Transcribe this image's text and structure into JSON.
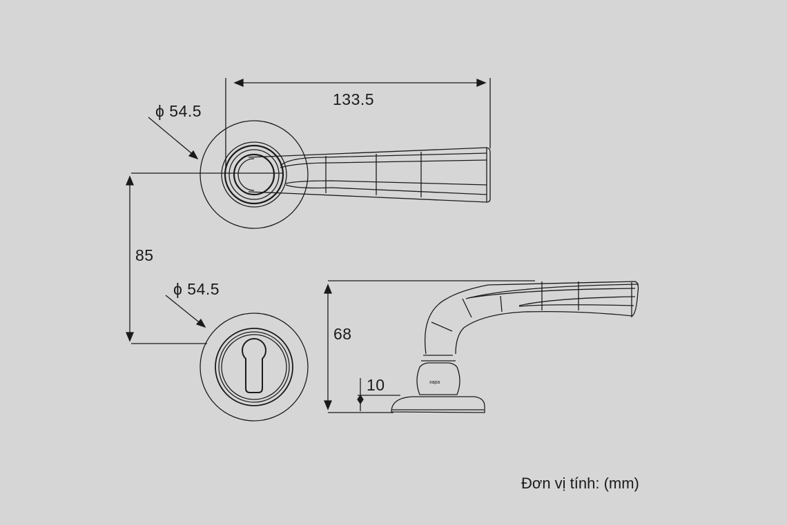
{
  "dimensions": {
    "lever_length": "133.5",
    "rose_diameter_top": "ϕ 54.5",
    "rose_diameter_bottom": "ϕ 54.5",
    "center_distance": "85",
    "lever_height": "68",
    "rose_thickness": "10"
  },
  "brand_mark": "xapa",
  "unit_note": "Đơn vị tính: (mm)",
  "colors": {
    "background": "#d6d6d6",
    "line": "#1a1a1a"
  }
}
